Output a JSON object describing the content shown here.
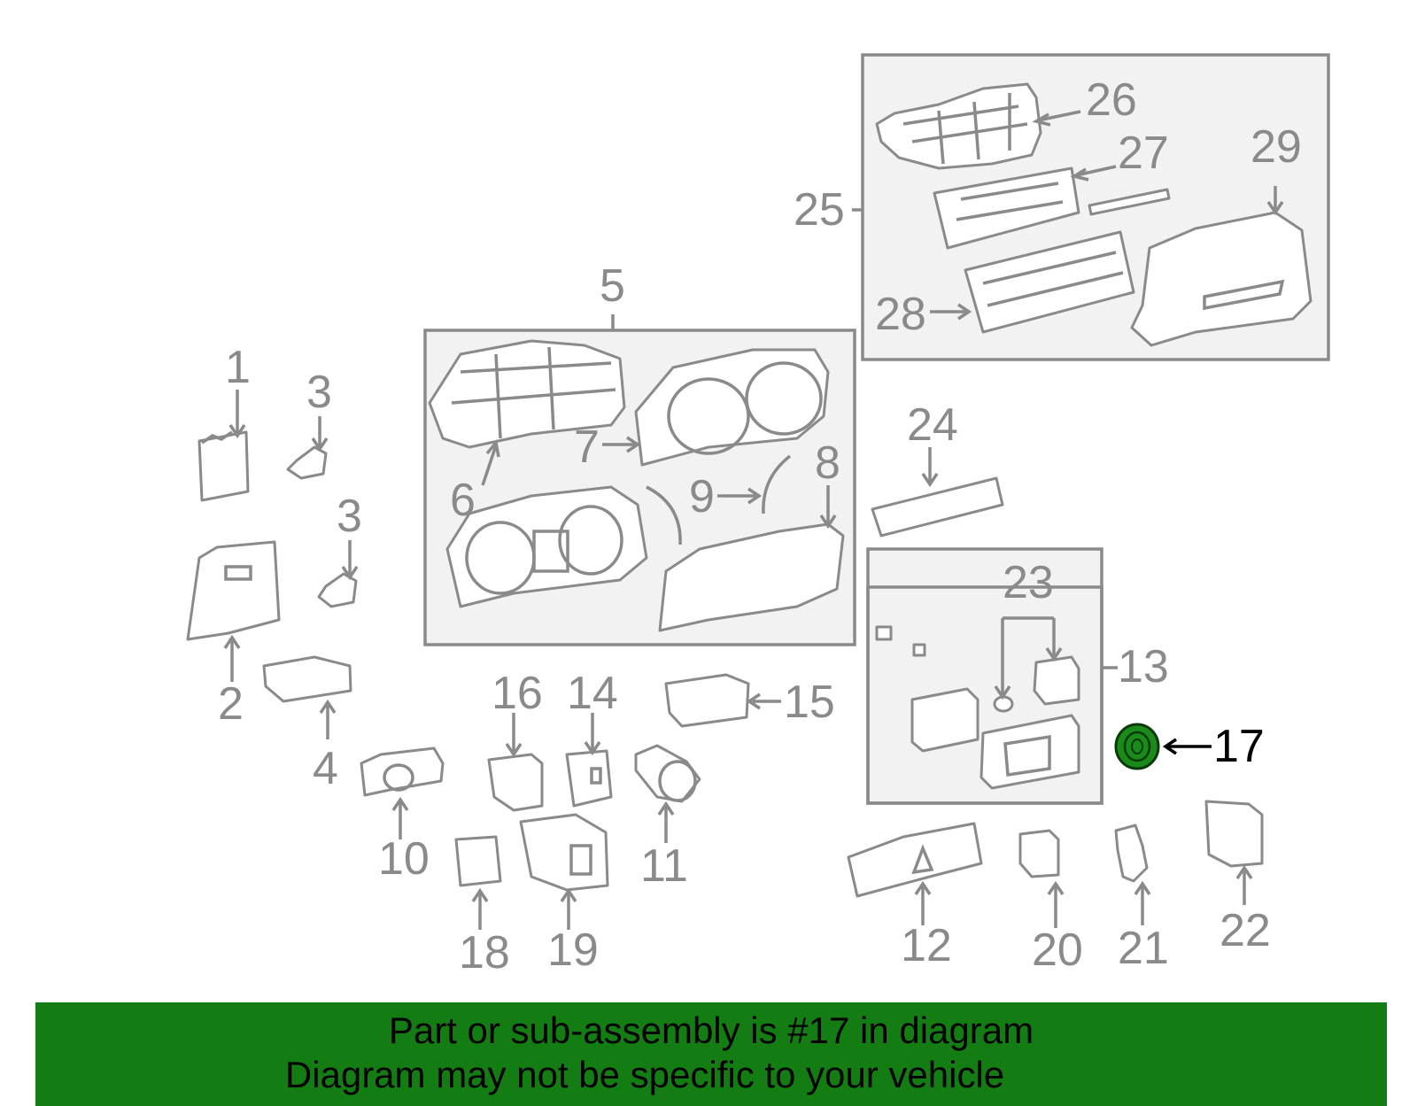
{
  "labels": {
    "n1": "1",
    "n2": "2",
    "n3a": "3",
    "n3b": "3",
    "n4": "4",
    "n5": "5",
    "n6": "6",
    "n7": "7",
    "n8": "8",
    "n9": "9",
    "n10": "10",
    "n11": "11",
    "n12": "12",
    "n13": "13",
    "n14": "14",
    "n15": "15",
    "n16": "16",
    "n17": "17",
    "n18": "18",
    "n19": "19",
    "n20": "20",
    "n21": "21",
    "n22": "22",
    "n23": "23",
    "n24": "24",
    "n25": "25",
    "n26": "26",
    "n27": "27",
    "n28": "28",
    "n29": "29"
  },
  "colors": {
    "linework": "#8a8a8a",
    "highlight_part": "#1a8a1a",
    "banner": "#137d13"
  },
  "banner": {
    "line1": "Part or sub-assembly is #17 in diagram",
    "line2": "Diagram may not be specific to your vehicle"
  }
}
